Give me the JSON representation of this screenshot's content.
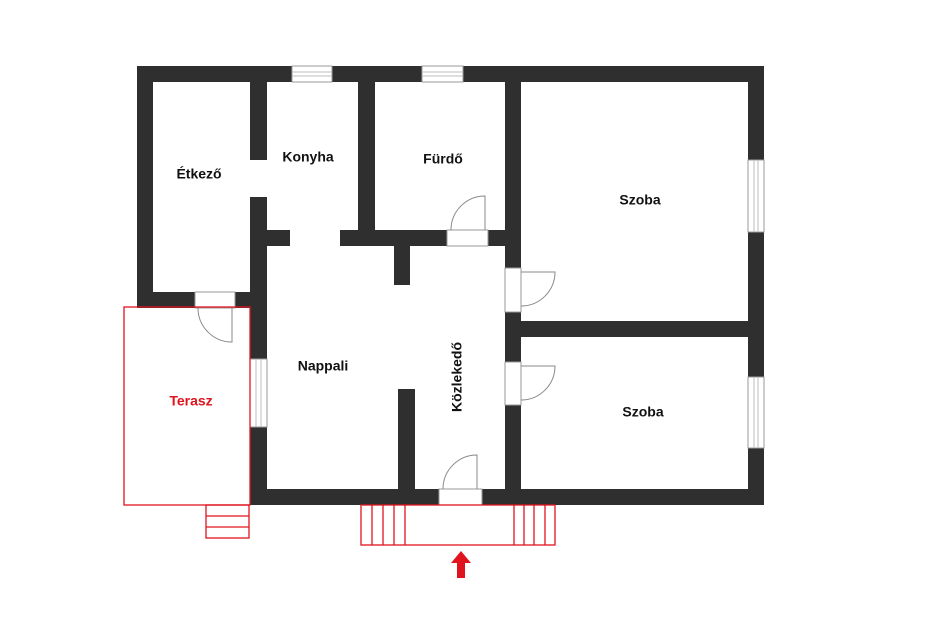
{
  "rooms": {
    "etkezo": "Étkező",
    "konyha": "Konyha",
    "furdo": "Fürdő",
    "szoba1": "Szoba",
    "szoba2": "Szoba",
    "nappali": "Nappali",
    "kozlekedo": "Közlekedő",
    "terasz": "Terasz"
  },
  "colors": {
    "wall": "#2f2f2f",
    "accent": "#e0141e"
  },
  "icons": {
    "entrance": "up-arrow-icon"
  }
}
